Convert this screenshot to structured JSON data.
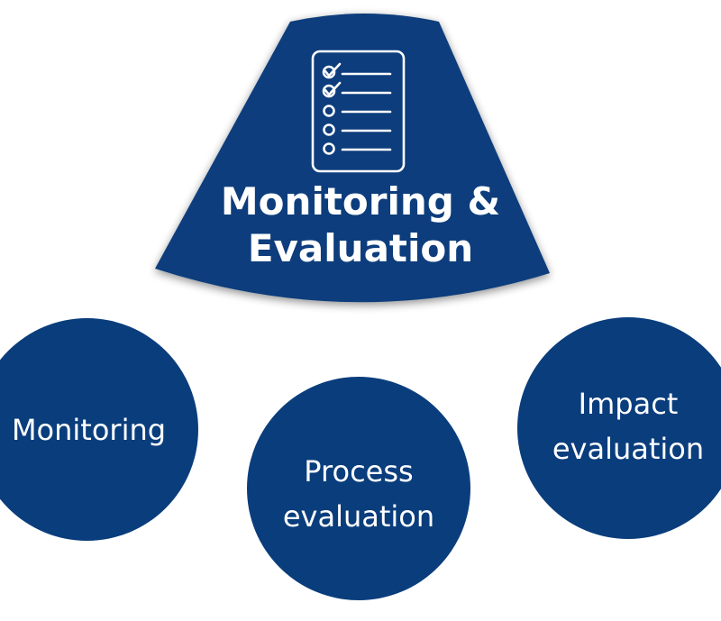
{
  "diagram": {
    "colors": {
      "node_fill": "#0a3d7c",
      "text": "#ffffff",
      "background": "#ffffff"
    },
    "top_node": {
      "icon": "checklist-icon",
      "title_line1": "Monitoring &",
      "title_line2": "Evaluation"
    },
    "nodes": [
      {
        "lines": [
          "Monitoring"
        ]
      },
      {
        "lines": [
          "Process",
          "evaluation"
        ]
      },
      {
        "lines": [
          "Impact",
          "evaluation"
        ]
      }
    ]
  }
}
